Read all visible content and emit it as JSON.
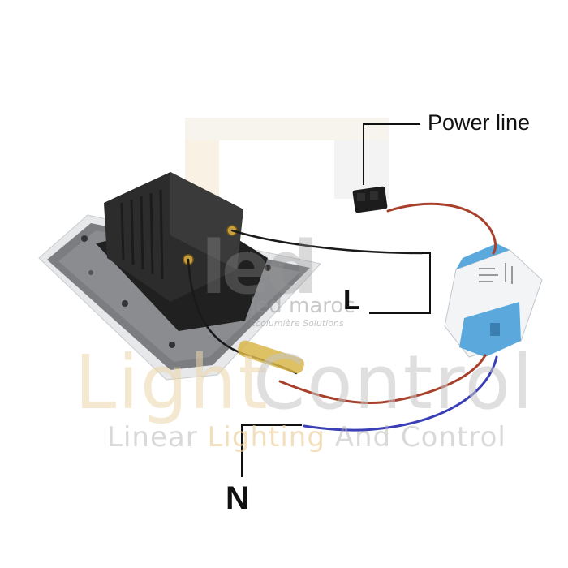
{
  "labels": {
    "power_line": "Power line",
    "live": "L",
    "neutral": "N"
  },
  "watermark": {
    "brand_line1": "led",
    "brand_line2": "led maroc",
    "brand_sub": "Ecolumière Solutions",
    "title_a": "Light",
    "title_b": "Control",
    "tagline_a": "Linear ",
    "tagline_b": "Lighting",
    "tagline_c": " And Control"
  },
  "colors": {
    "wire_red": "#a8412b",
    "wire_black": "#1a1a1a",
    "wire_blue": "#3a3fb8",
    "driver_blue": "#5aa8dc",
    "driver_white": "#f4f6f8",
    "plate_grey": "#7d7f82",
    "dimmer_body": "#2a2a2a",
    "callout_line": "#111111"
  }
}
